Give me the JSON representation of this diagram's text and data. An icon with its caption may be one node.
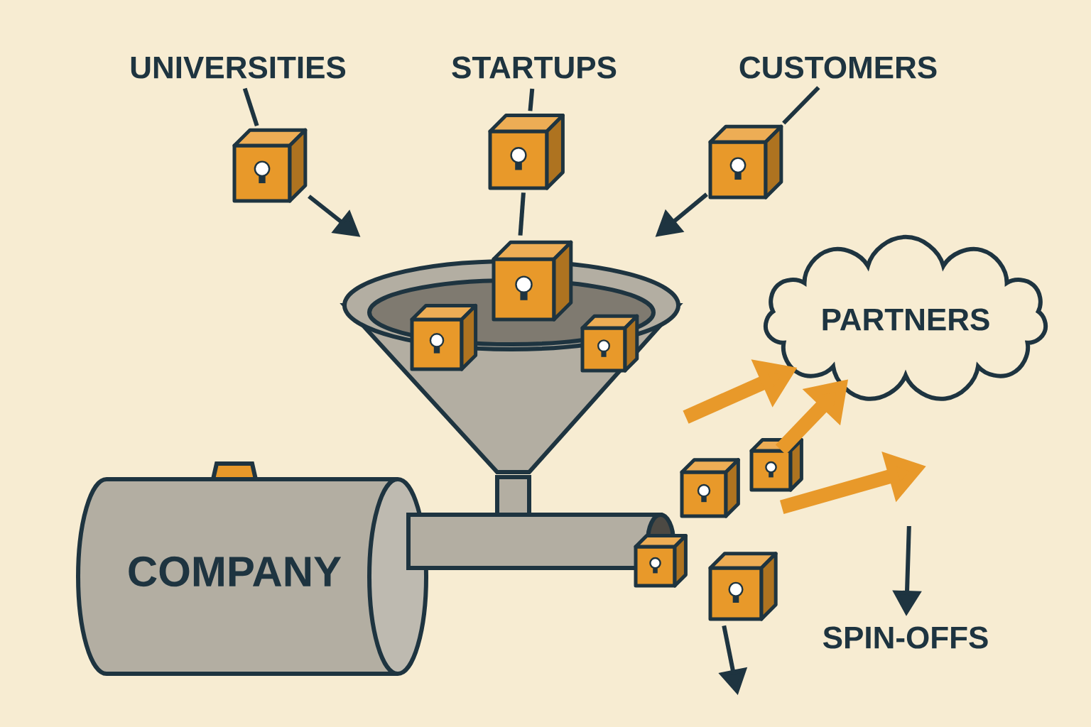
{
  "diagram": {
    "nodes": [
      {
        "text": [
          "UNIVERSITIES"
        ]
      },
      {
        "text": [
          "STARTUPS"
        ]
      },
      {
        "text": [
          "CUSTOMERS"
        ]
      },
      {
        "text": [],
        "shape": "picture"
      },
      {
        "text": [
          "COMPANY"
        ]
      },
      {
        "text": [
          "PARTNERS"
        ]
      },
      {
        "text": [
          "SPIN-OFFS"
        ]
      },
      {
        "text": [],
        "shape": "picture"
      },
      {
        "text": [],
        "shape": "box"
      },
      {
        "text": [],
        "shape": "box"
      },
      {
        "text": [],
        "shape": "box"
      }
    ],
    "edges": [
      {
        "from": 0,
        "to": 8,
        "arrow": "none"
      },
      {
        "from": 8,
        "to": 3,
        "arrow": "to"
      },
      {
        "from": 1,
        "to": 9,
        "arrow": "none"
      },
      {
        "from": 9,
        "to": 3,
        "arrow": "none"
      },
      {
        "from": 2,
        "to": 10,
        "arrow": "none"
      },
      {
        "from": 10,
        "to": 3,
        "arrow": "to"
      },
      {
        "from": null,
        "to": 5,
        "arrow": "to",
        "style": "thick",
        "color": "#e8992a"
      },
      {
        "from": 7,
        "to": 5,
        "arrow": "to",
        "style": "thick",
        "color": "#e8992a"
      },
      {
        "from": 7,
        "to": null,
        "arrow": "to",
        "style": "thick",
        "color": "#e8992a"
      },
      {
        "from": 7,
        "to": null,
        "arrow": "to"
      },
      {
        "from": null,
        "to": 6,
        "arrow": "to"
      }
    ]
  }
}
